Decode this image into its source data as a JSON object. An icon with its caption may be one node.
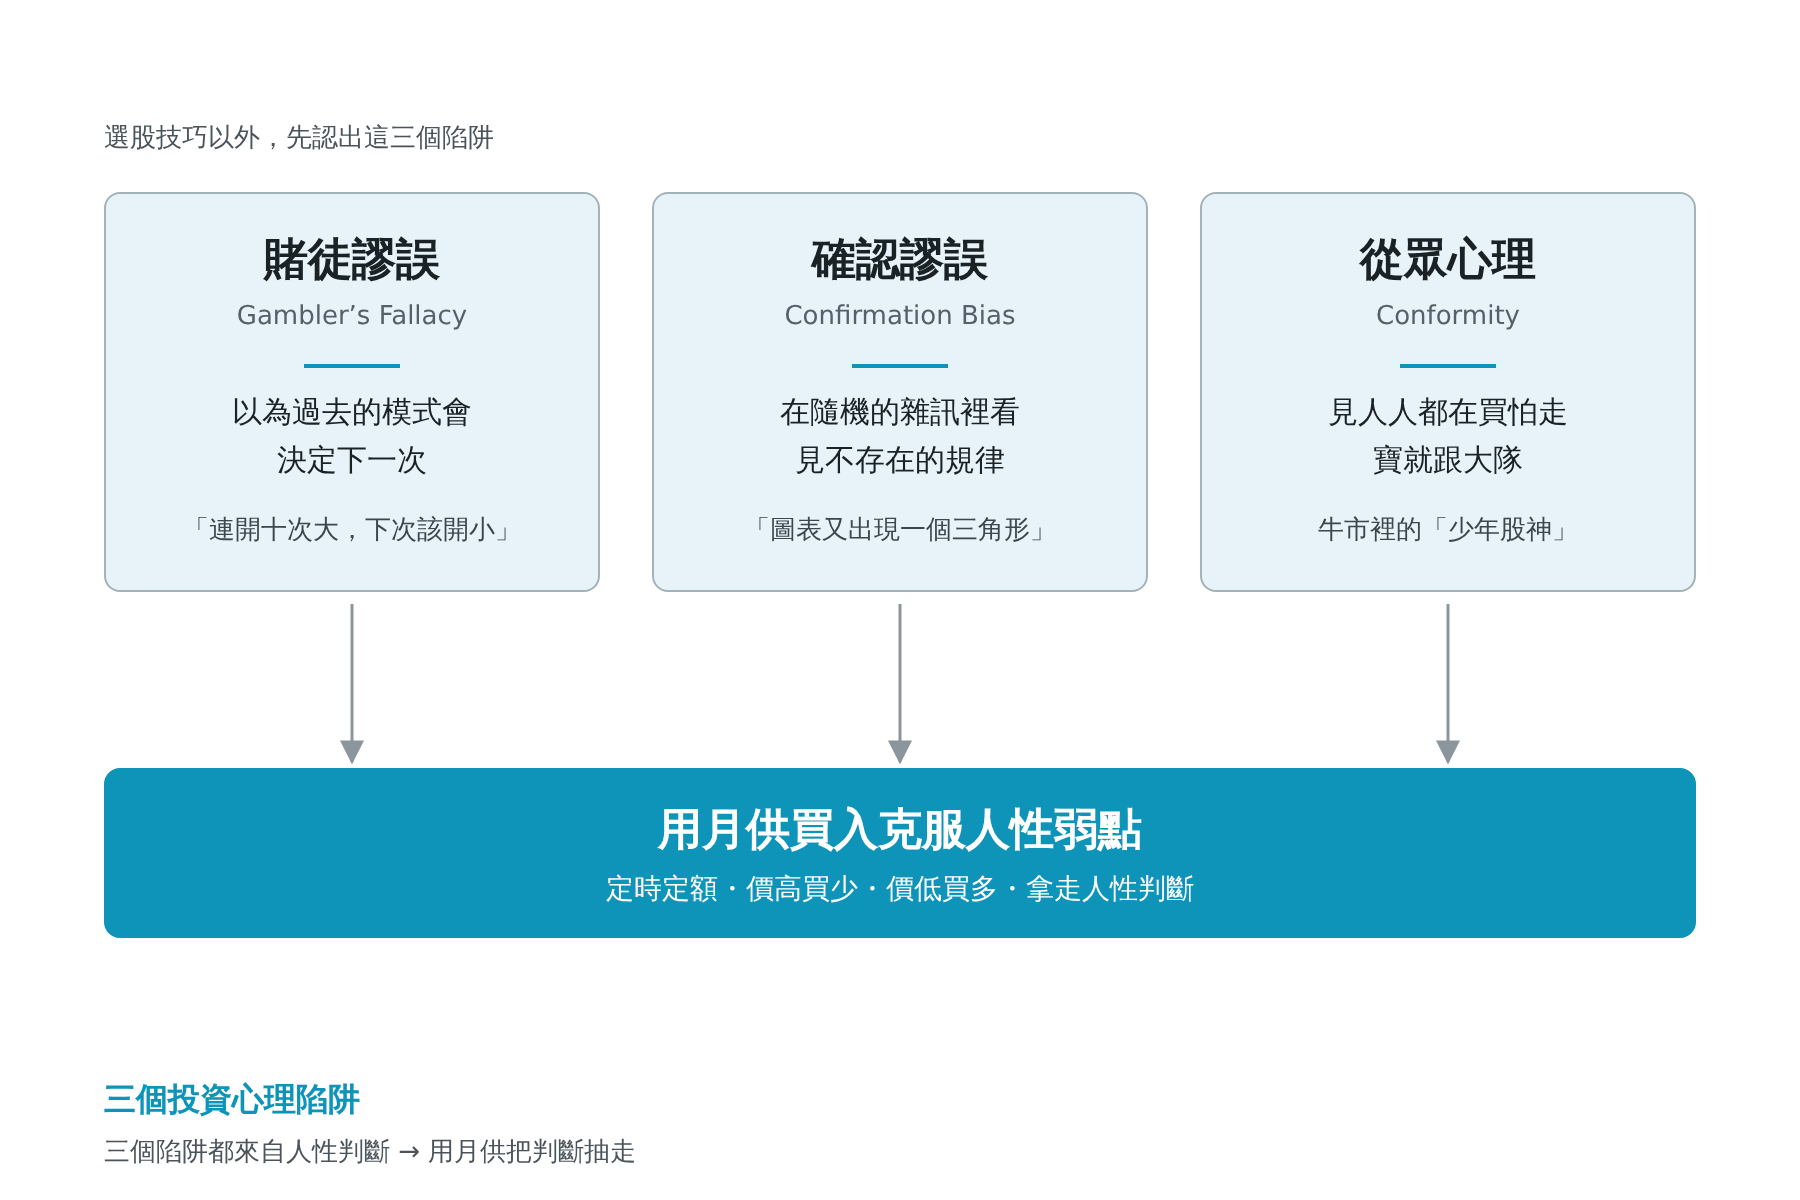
{
  "diagram": {
    "nodes": [
      {
        "text": [
          "賭徒謬誤",
          "Gambler’s Fallacy",
          "以為過去的模式會決定下一次",
          "「連開十次大，下次該開小」"
        ]
      },
      {
        "text": [
          "確認謬誤",
          "Confirmation Bias",
          "在隨機的雜訊裡看見不存在的規律",
          "「圖表又出現一個三角形」"
        ]
      },
      {
        "text": [
          "從眾心理",
          "Conformity",
          "見人人都在買怕走寶就跟大隊",
          "牛市裡的「少年股神」"
        ]
      },
      {
        "text": [
          "用月供買入克服人性弱點",
          "定時定額・價高買少・價低買多・拿走人性判斷"
        ]
      }
    ],
    "edges": [
      {
        "from": 0,
        "to": 3,
        "arrow": "to"
      },
      {
        "from": 1,
        "to": 3,
        "arrow": "to"
      },
      {
        "from": 2,
        "to": 3,
        "arrow": "to"
      }
    ],
    "labels": [
      "選股技巧以外，先認出這三個陷阱",
      "三個投資心理陷阱",
      "三個陷阱都來自人性判斷 → 用月供把判斷抽走"
    ]
  }
}
